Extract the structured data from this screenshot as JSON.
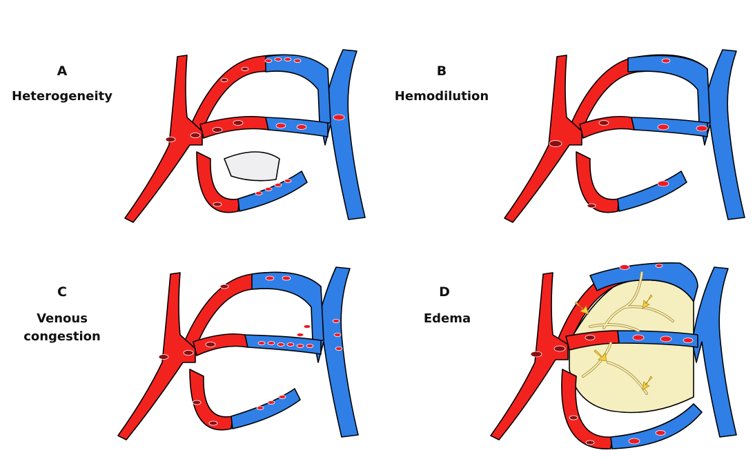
{
  "panels": [
    {
      "letter": "A",
      "label": "Heterogeneity"
    },
    {
      "letter": "B",
      "label": "Hemodilution"
    },
    {
      "letter": "C",
      "label_line1": "Venous",
      "label_line2": "congestion"
    },
    {
      "letter": "D",
      "label": "Edema"
    }
  ],
  "colors": {
    "artery": "#f2231f",
    "vein": "#2f7fe6",
    "rbc_on_artery": "#8a0f12",
    "rbc_on_vein": "#ef1a24",
    "interstitium": "#efeef0",
    "edema_fluid": "#f5efc0",
    "edema_line": "#b09845",
    "arrow": "#f4cf3b"
  }
}
